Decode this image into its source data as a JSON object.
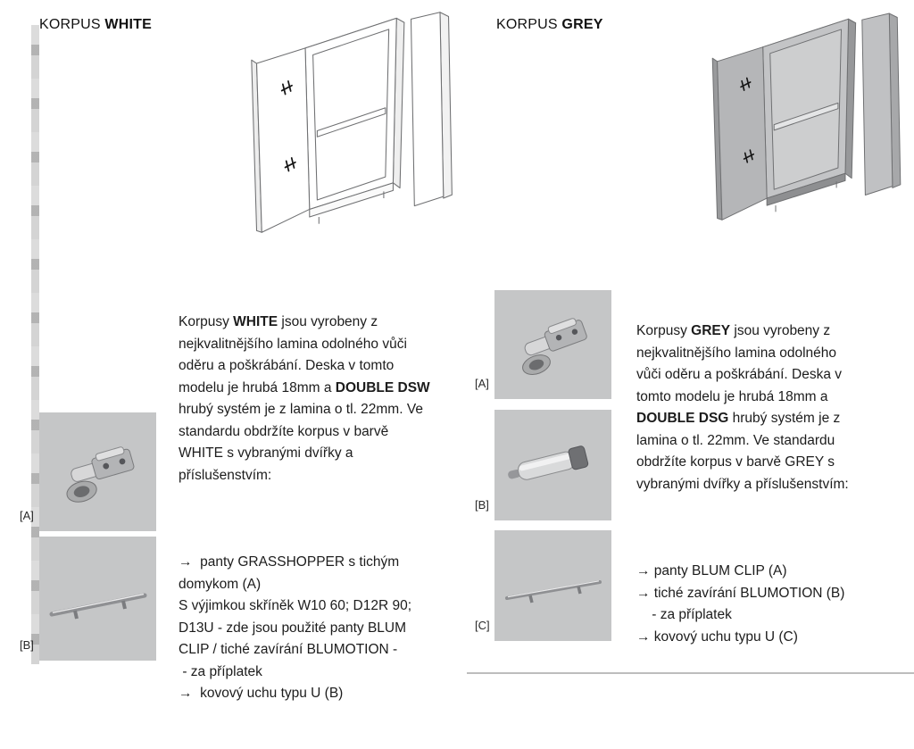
{
  "left": {
    "title": {
      "prefix": "KORPUS ",
      "name": "WHITE"
    },
    "corpus_color": "#ffffff",
    "body": [
      {
        "t": "Korpusy "
      },
      {
        "t": "WHITE",
        "b": true
      },
      {
        "t": " jsou vyrobeny z\nnejkvalitnějšího lamina odolného vůči\noděru a poškrábání. Deska v tomto\nmodelu je hrubá 18mm a "
      },
      {
        "t": "DOUBLE DSW",
        "b": true
      },
      {
        "t": "\nhrubý systém je z lamina o tl. 22mm. Ve\nstandardu obdržíte korpus v barvě\nWHITE s vybranými dvířky a\npříslušenstvím:"
      }
    ],
    "bullets": [
      {
        "t": "→  panty GRASSHOPPER s tichým\ndomykom (A)\nS výjimkou skříněk W10 60; D12R 90;\nD13U - zde jsou použité panty BLUM\nCLIP / tiché zavírání BLUMOTION -\n - za příplatek\n→  kovový uchu typu U (B)"
      }
    ],
    "images": [
      {
        "label": "[A]",
        "kind": "hinge-photo"
      },
      {
        "label": "[B]",
        "kind": "handle-photo"
      }
    ]
  },
  "right": {
    "title": {
      "prefix": "KORPUS ",
      "name": "GREY"
    },
    "corpus_color": "#b5b6b8",
    "body": [
      {
        "t": "Korpusy "
      },
      {
        "t": "GREY",
        "b": true
      },
      {
        "t": " jsou vyrobeny z\nnejkvalitnějšího lamina odolného\nvůči oděru a poškrábání. Deska v\ntomto modelu je hrubá 18mm a\n"
      },
      {
        "t": "DOUBLE DSG",
        "b": true
      },
      {
        "t": " hrubý systém je z\nlamina o tl. 22mm. Ve standardu\nobdržíte korpus v barvě GREY s\nvybranými dvířky a příslušenstvím:"
      }
    ],
    "bullets": [
      {
        "t": "→ panty BLUM CLIP (A)\n→ tiché zavírání BLUMOTION (B)\n    - za příplatek\n→ kovový uchu typu U (C)"
      }
    ],
    "images": [
      {
        "label": "[A]",
        "kind": "hinge-photo"
      },
      {
        "label": "[B]",
        "kind": "damper-photo"
      },
      {
        "label": "[C]",
        "kind": "handle-photo"
      }
    ]
  },
  "colors": {
    "photo_background": "#c5c6c7",
    "text": "#1b1b1b"
  }
}
